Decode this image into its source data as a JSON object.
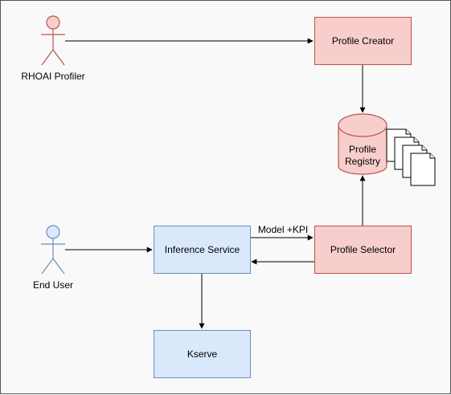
{
  "actors": {
    "profiler": {
      "label": "RHOAI Profiler",
      "color": "#f8cecc",
      "stroke": "#b85450"
    },
    "end_user": {
      "label": "End User",
      "color": "#dae8fc",
      "stroke": "#6c8ebf"
    }
  },
  "nodes": {
    "profile_creator": "Profile Creator",
    "profile_registry_line1": "Profile",
    "profile_registry_line2": "Registry",
    "profile_selector": "Profile Selector",
    "inference_service": "Inference Service",
    "kserve": "Kserve"
  },
  "edges": {
    "service_to_selector_label": "Model +KPI"
  },
  "colors": {
    "pink_fill": "#f8cecc",
    "pink_stroke": "#b85450",
    "blue_fill": "#dae8fc",
    "blue_stroke": "#6c8ebf"
  },
  "icons": [
    "actor-icon",
    "document-stack-icon",
    "database-icon"
  ]
}
